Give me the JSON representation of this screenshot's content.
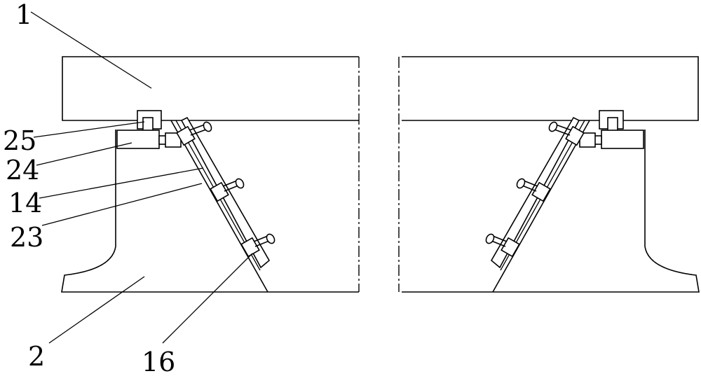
{
  "labels": {
    "top_block": "1",
    "base": "2",
    "part_14": "14",
    "part_16": "16",
    "part_23": "23",
    "part_24": "24",
    "part_25": "25"
  }
}
